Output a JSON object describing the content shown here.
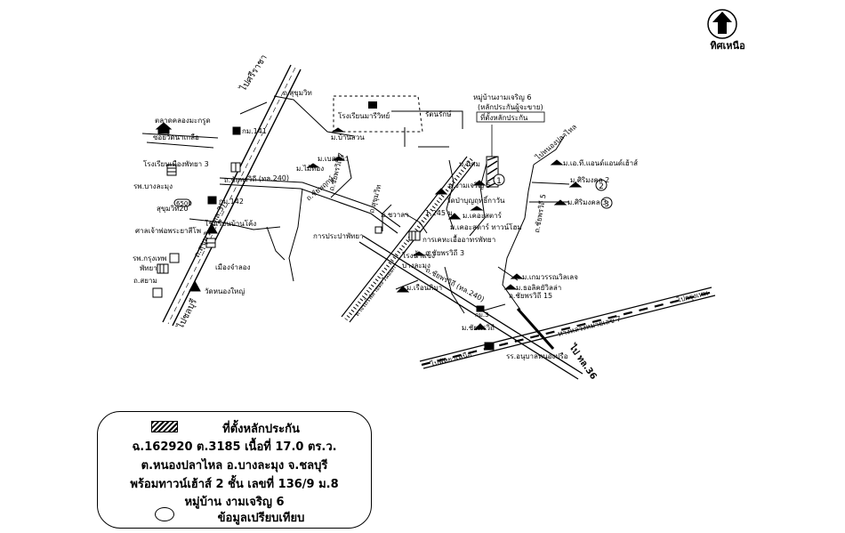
{
  "north": {
    "label": "ทิศเหนือ",
    "icon": "north-arrow-icon"
  },
  "roads": {
    "to_sriracha": "ไปศรีราชา",
    "to_chonburi": "ไปชลบุรี",
    "sukhumvit_main": "ถ.สุขุมวิท (ทล.3)",
    "sukhumvit_soi_20": "สุขุมวิท20",
    "sukhumvit_soi_top": "ถ.สุขุมวิท",
    "soi_siam": "ถ.สยาม",
    "chaiyapruek": "ถ.ชัยพฤกษ์",
    "chaiyapruek_tl": "ถ.ชัยพรวิถี (ทล.240)",
    "chaiyapruek_s5": "ถ.ชัยพรวิถี 5",
    "chaiyapruek_s3": "ถ.ชัยพรวิถี 3",
    "chaiyapruek_s15": "ถ.ชัยพรวิถี 15",
    "chaiyapruek_lower": "ถ.ชัยพรวิถี (ทล.240)",
    "railway": "ทางรถไฟสายตะวันออก",
    "highway_7": "ทางหลวงหมายเลข 7",
    "to_bangkok": "ไปกรุงเทพ",
    "to_tl36": "ไป ทล.36",
    "to_pattaya_n": "ไปพัทยาเหนือ",
    "to_sattahip": "ไปสัตหีบ",
    "soi_sukhumvit_right": "ถ.สุขุมวิท",
    "soi_chaiyapruek_7": "ถ.ชัยพรวิถี 7",
    "to_nong_khla": "ไปหนองปลาไหล"
  },
  "places": {
    "market": "ตลาดคลองมะกรูด",
    "soi_wat": "ซอยวัดนาเกลือ",
    "school_mueang": "โรงเรียนเมืองพัทยา 3",
    "hospital_bl": "รพ.บางละมุง",
    "kor_mor_141": "กม.141",
    "kor_mor_142": "กม.142",
    "soi_6500": "6500",
    "school_bl": "โรงเรียนบ้านโค้ง",
    "church": "ศาลเจ้าพ่อพระยาสีโพ",
    "hospital_bkk": "รพ.กรุงเทพ",
    "hospital_bkk_2": "พัทยา",
    "mueang": "เมืองจำลอง",
    "wat_nong_yai": "วัดหนองใหญ่",
    "ban_saun": "ม.บ้านสวน",
    "ban_saun_2": "ม.เบสท์วิว",
    "mai_thong": "ม.ไม้ทอง",
    "ka_pra": "การประปาพัทยา",
    "school_main": "โรงเรียนมารีวิทย์",
    "rattanak": "รัตนรักษ์",
    "village_label_1": "หมู่บ้านงามเจริญ 6",
    "village_label_2": "(หลักประกันผู้จะขาย)",
    "village_label_3": "ที่ตั้งหลักประกัน",
    "m_nikhom": "ม.นิคม",
    "m_ngam_charoen": "ม.งามเจริญ 5",
    "wat_boon": "วัดป่าบุญฤทธิ์กาวัน",
    "m_kha_suan": "ม.เคอะสตาร์",
    "m_kha_suan_2": "ม.เคอะสตาร์ ทาวน์โฮม",
    "dist_1245": "1,245 ม.",
    "m_chaiwan": "ม.ชวาลา",
    "rong_nam_kaeng": "โรงน้ำแข็ง",
    "rong_nam_kaeng_2": "บางละมุง",
    "kan_kheha": "การเคหะเอื้ออาทรพัทยา",
    "m_rueanphim": "ม.เรือนภิมา",
    "kor_mor_3": "กม.3",
    "m_chaiyaphruk": "ม.ชัยพรวิถี",
    "ror_ror": "รร.อนุบาลหนองปรือ",
    "m_ekamol": "ม.เกมวรรณวิลเลจ",
    "m_sorn": "ม.ธอลิคยัวิลล่า",
    "m_rt": "ม.เอ.ที.แอนด์แอนด์เฮ้าส์",
    "m_siri_mongkol_2": "ม.ศิริมงคล 2",
    "m_siri_mongkol_3": "ม.ศิริมงคล 3",
    "circle_1": "1",
    "circle_2": "2",
    "circle_3": "3"
  },
  "legend": {
    "line_1": "ที่ตั้งหลักประกัน",
    "line_2": "ฉ.162920 ต.3185 เนื้อที่ 17.0 ตร.ว.",
    "line_3": "ต.หนองปลาไหล อ.บางละมุง จ.ชลบุรี",
    "line_4": "พร้อมทาวน์เฮ้าส์ 2 ชั้น เลขที่ 136/9 ม.8",
    "line_5": "หมู่บ้าน งามเจริญ 6",
    "line_6": "ข้อมูลเปรียบเทียบ"
  },
  "colors": {
    "ink": "#000000",
    "paper": "#ffffff"
  }
}
